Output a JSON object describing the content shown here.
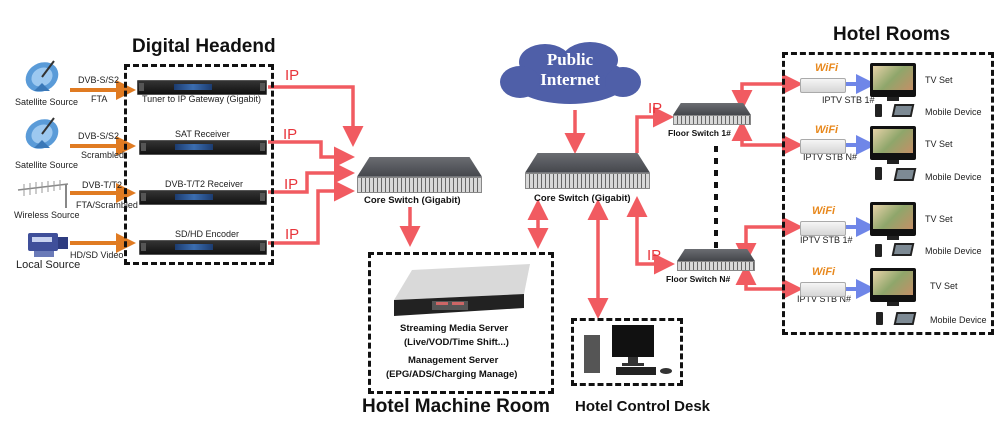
{
  "sections": {
    "digital_headend": "Digital Headend",
    "hotel_rooms": "Hotel Rooms",
    "machine_room": "Hotel Machine Room",
    "control_desk": "Hotel Control Desk"
  },
  "sources": [
    {
      "name": "Satellite Source",
      "signal": "DVB-S/S2",
      "mode": "FTA",
      "icon": "satellite-dish-icon"
    },
    {
      "name": "Satellite Source",
      "signal": "DVB-S/S2",
      "mode": "Scrambled",
      "icon": "satellite-dish-icon"
    },
    {
      "name": "Wireless Source",
      "signal": "DVB-T/T2",
      "mode": "FTA/Scrambled",
      "icon": "antenna-icon"
    },
    {
      "name": "Local Source",
      "signal": "HD/SD Video",
      "mode": "",
      "icon": "camera-icon"
    }
  ],
  "headend_devices": [
    {
      "name": "Tuner to IP Gateway (Gigabit)",
      "output": "IP"
    },
    {
      "name": "SAT Receiver",
      "output": "IP"
    },
    {
      "name": "DVB-T/T2 Receiver",
      "output": "IP"
    },
    {
      "name": "SD/HD Encoder",
      "output": "IP"
    }
  ],
  "core_switch_left": "Core Switch (Gigabit)",
  "core_switch_right": "Core Switch (Gigabit)",
  "internet": {
    "line1": "Public",
    "line2": "Internet"
  },
  "floor_switches": [
    {
      "name": "Floor Switch 1#",
      "link": "IP"
    },
    {
      "name": "Floor Switch N#",
      "link": "IP"
    }
  ],
  "servers": {
    "streaming": "Streaming Media Server",
    "streaming_sub": "(Live/VOD/Time Shift...)",
    "management": "Management Server",
    "management_sub": "(EPG/ADS/Charging Manage)"
  },
  "rooms": [
    {
      "stb": "IPTV STB 1#",
      "tv": "TV Set",
      "mobile": "Mobile Device",
      "wifi": "WiFi"
    },
    {
      "stb": "IPTV STB N#",
      "tv": "TV Set",
      "mobile": "Mobile Device",
      "wifi": "WiFi"
    },
    {
      "stb": "IPTV STB 1#",
      "tv": "TV Set",
      "mobile": "Mobile Device",
      "wifi": "WiFi"
    },
    {
      "stb": "IPTV STB N#",
      "tv": "TV Set",
      "mobile": "Mobile Device",
      "wifi": "WiFi"
    }
  ],
  "colors": {
    "ip_link": "#f04a50",
    "source_link": "#e07b22",
    "wifi_link": "#6f86e8",
    "cloud": "#4f5fa8"
  }
}
